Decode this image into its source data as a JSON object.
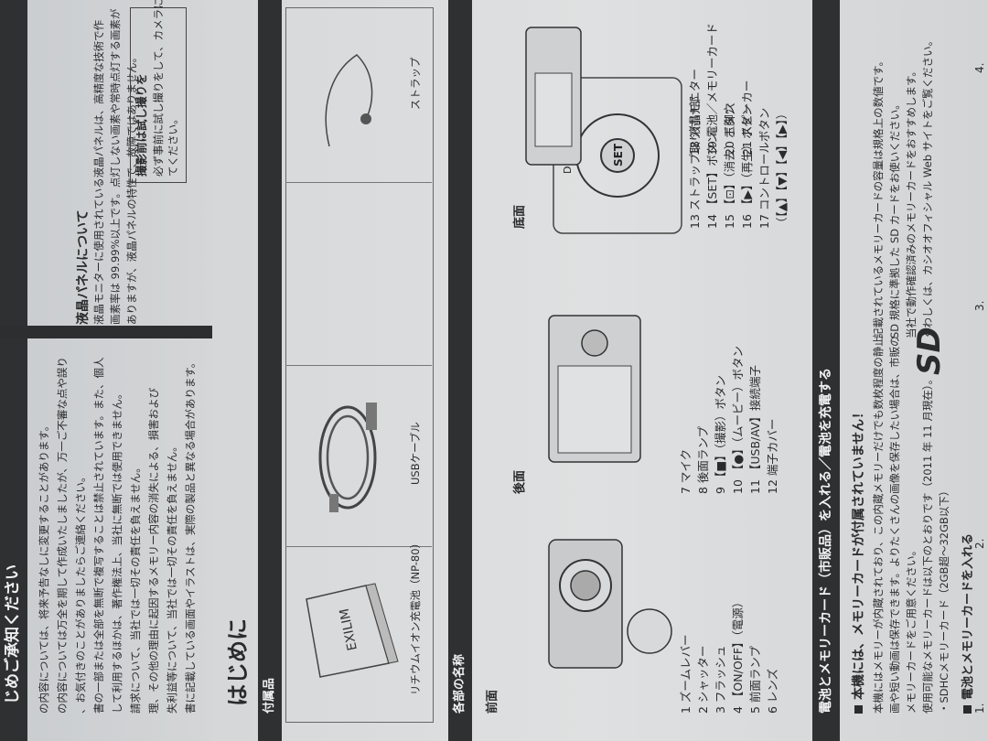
{
  "top_banner": "じめご承知ください",
  "intro": [
    "の内容については、将来予告なしに変更することがあります。",
    "の内容については万全を期して作成いたしましたが、万一ご不審な点や誤り",
    "、お気付きのことがありましたらご連絡ください。",
    "書の一部または全部を無断で複写することは禁止されています。また、個人",
    "して利用するほかは、著作権法上、当社に無断では使用できません。",
    "請求について、当社では一切その責任を負えません。",
    "理、その他の理由に起因するメモリー内容の消失による、損害および",
    "失利益等について、当社では一切その責任を負えません。",
    "書に記載している画面やイラストは、実際の製品と異なる場合があります。"
  ],
  "lcd": {
    "title": "液晶パネルについて",
    "lines": [
      "液晶モニターに使用されている液晶パネルは、高精度な技術で作",
      "画素率は 99.99%以上です。点灯しない画素や常時点灯する画素が",
      "ありますが、液晶パネルの特性で、故障ではありません。"
    ]
  },
  "trial": {
    "title": "撮影前は試し撮りを",
    "lines": [
      "必ず事前に試し撮りをして、カメラに画像が正常に記録されてい",
      "てください。"
    ]
  },
  "section_heading": "はじめに",
  "accessories": {
    "title": "付属品",
    "battery_logo": "EXILIM",
    "items": [
      "リチウムイオン充電池（NP-80）",
      "USBケーブル",
      "ストラップ"
    ]
  },
  "parts": {
    "title": "各部の名称",
    "front_title": "前面",
    "rear_title": "後面",
    "bottom_title": "底面",
    "pad": {
      "set": "SET",
      "disp": "DISP"
    },
    "front": [
      "1 ズームレバー",
      "2 シャッター",
      "3 フラッシュ",
      "4 【ON/OFF】（電源）",
      "5 前面ランプ",
      "6 レンズ"
    ],
    "rear": [
      "7 マイク",
      "8 後面ランプ",
      "9 【■】（撮影）ボタン",
      "10 【●】（ムービー）ボタン",
      "11 【USB/AV】接続端子",
      "12 端子カバー"
    ],
    "rear2": [
      "13 ストラップ取り付け部",
      "14 【SET】ボタン",
      "15 【⊡】（消去）ボタン",
      "16 【▶】（再生）ボタン",
      "17 コントロールボタン",
      "（【▲】【▼】【◀】【▶】）"
    ],
    "bottom": [
      "18 液晶モニター",
      "19 電池／メモリーカード",
      "20 三脚穴",
      "21 スピーカー"
    ]
  },
  "memory": {
    "band_title": "電池とメモリーカード（市販品）を入れる／電池を充電する",
    "warning": "本機には、メモリーカードが付属されていません！",
    "lines": [
      "本機にはメモリーが内蔵されており、この内蔵メモリーだけでも数枚程度の静止",
      "画や短い動画は保存できます。よりたくさんの画像を保存したい場合は、市販の",
      "メモリーカードをご用意ください。",
      "使用可能なメモリーカードは以下のとおりです（2011 年 11 月現在）。",
      "・SDHCメモリーカード（2GB超～32GB以下）"
    ],
    "logo": "SD",
    "notes": [
      "記載されているメモリーカードの容量は規格上の数値です。",
      "SD 規格に準拠した SD カードをお使いください。",
      "当社で動作確認済みのメモリーカードをおすすめします。",
      "くわしくは、カシオオフィシャル Web サイトをご覧ください。"
    ],
    "insert_title": "電池とメモリーカードを入れる",
    "steps": [
      "1.",
      "2.",
      "3.",
      "4."
    ]
  }
}
